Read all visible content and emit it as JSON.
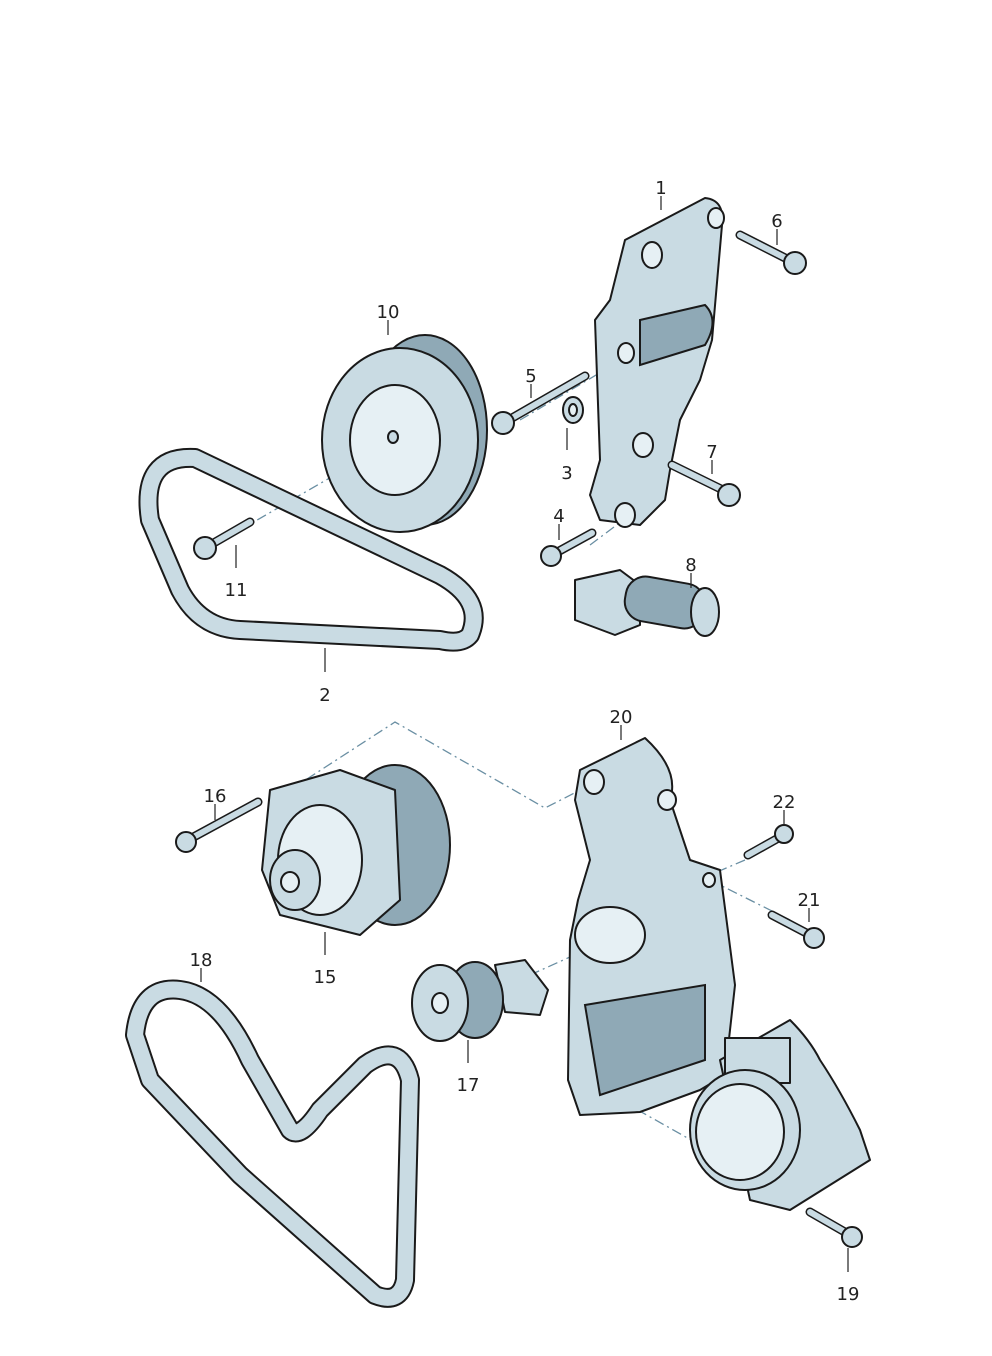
{
  "diagram": {
    "title": "Belt drive / alternator bracket exploded parts view",
    "callouts": {
      "p1": "1",
      "p2": "2",
      "p3": "3",
      "p4": "4",
      "p5": "5",
      "p6": "6",
      "p7": "7",
      "p8": "8",
      "p10": "10",
      "p11": "11",
      "p15": "15",
      "p16": "16",
      "p17": "17",
      "p18": "18",
      "p19": "19",
      "p20": "20",
      "p21": "21",
      "p22": "22"
    },
    "colors": {
      "part": "#c9dbe3",
      "shade": "#8fa9b6",
      "centerline": "#6a8fa3"
    }
  }
}
